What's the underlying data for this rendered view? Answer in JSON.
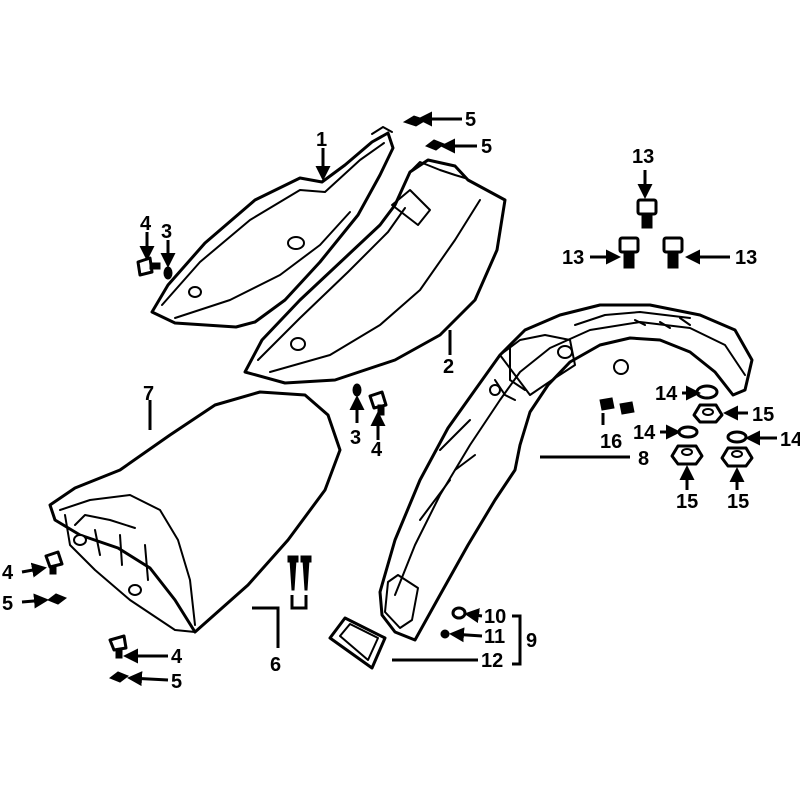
{
  "callouts": {
    "c1": "1",
    "c2": "2",
    "c3a": "3",
    "c3b": "3",
    "c4a": "4",
    "c4b": "4",
    "c4c": "4",
    "c4d": "4",
    "c5a": "5",
    "c5b": "5",
    "c5c": "5",
    "c5d": "5",
    "c6": "6",
    "c7": "7",
    "c8": "8",
    "c9": "9",
    "c10": "10",
    "c11": "11",
    "c12": "12",
    "c13a": "13",
    "c13b": "13",
    "c13c": "13",
    "c14a": "14",
    "c14b": "14",
    "c14c": "14",
    "c15a": "15",
    "c15b": "15",
    "c15c": "15",
    "c16": "16"
  }
}
